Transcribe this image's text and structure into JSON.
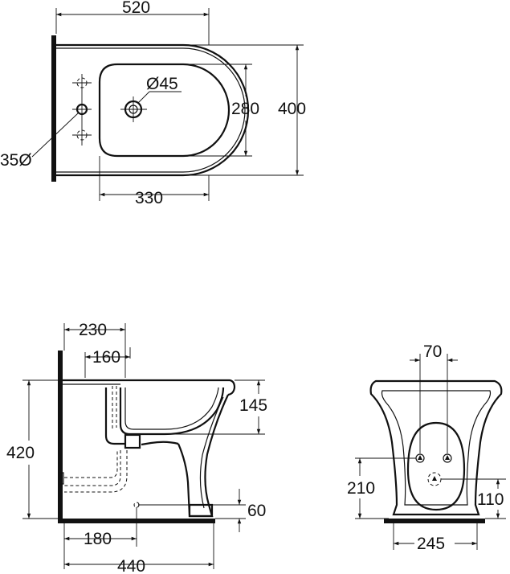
{
  "drawing": {
    "top_view": {
      "width": "520",
      "depth": "400",
      "bowl_depth": "280",
      "bowl_offset": "330",
      "tap_hole": "Ø45",
      "fixing_holes": "35Ø"
    },
    "side_view": {
      "tap_offset": "230",
      "waste_offset": "160",
      "bowl_height": "145",
      "height": "420",
      "floor_fix": "60",
      "floor_outlet": "180",
      "length": "440"
    },
    "front_view": {
      "inlet_spacing": "70",
      "inlet_height": "210",
      "outlet_height": "110",
      "base_width": "245"
    }
  }
}
